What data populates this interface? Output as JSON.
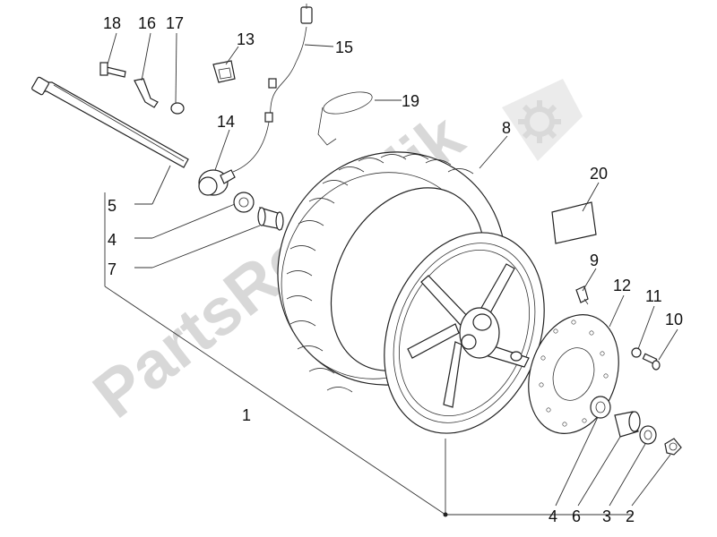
{
  "watermark": "PartsRepublik",
  "callouts": {
    "c1": "1",
    "c2": "2",
    "c3": "3",
    "c4a": "4",
    "c4b": "4",
    "c5": "5",
    "c6": "6",
    "c7": "7",
    "c8": "8",
    "c9": "9",
    "c10": "10",
    "c11": "11",
    "c12": "12",
    "c13": "13",
    "c14": "14",
    "c15": "15",
    "c16": "16",
    "c17": "17",
    "c18": "18",
    "c19": "19",
    "c20": "20"
  },
  "colors": {
    "line": "#222222",
    "watermark": "#d2d2d2",
    "background": "#ffffff"
  },
  "icons": [
    "gear-icon"
  ]
}
